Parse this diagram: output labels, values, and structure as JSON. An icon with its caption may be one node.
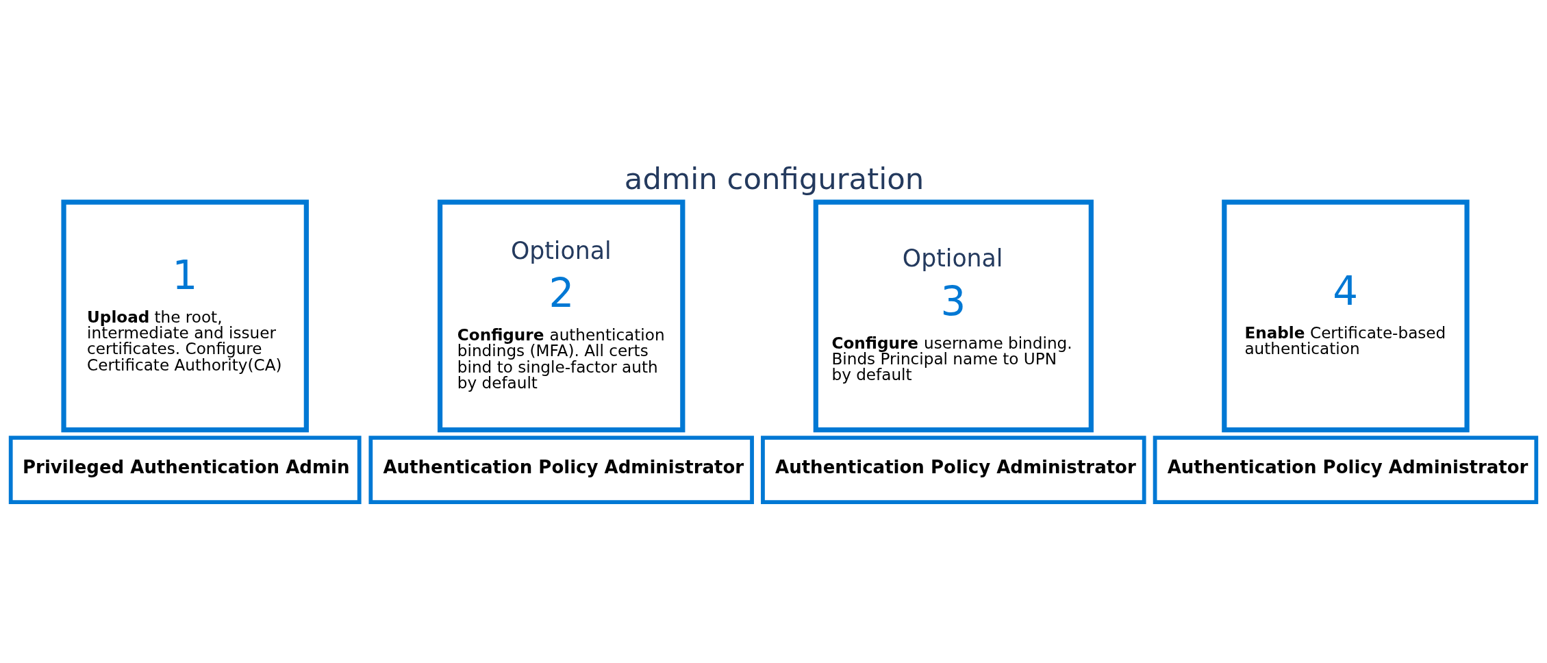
{
  "diagram": {
    "title": "admin configuration",
    "nodes": [
      {
        "text": [
          "1",
          "**Upload** the root, intermediate and issuer certificates. Configure Certificate Authority(CA)"
        ]
      },
      {
        "text": [
          "Privileged Authentication Admin"
        ]
      },
      {
        "text": [
          "Optional",
          "2",
          "**Configure** authentication bindings (MFA). All certs bind to single-factor auth by default"
        ]
      },
      {
        "text": [
          "Authentication Policy Administrator"
        ]
      },
      {
        "text": [
          "Optional",
          "3",
          "**Configure** username binding. Binds Principal name to UPN by default"
        ]
      },
      {
        "text": [
          "Authentication Policy Administrator"
        ]
      },
      {
        "text": [
          "4",
          "**Enable** Certificate-based authentication"
        ]
      },
      {
        "text": [
          "Authentication Policy Administrator"
        ]
      }
    ],
    "edges": []
  }
}
